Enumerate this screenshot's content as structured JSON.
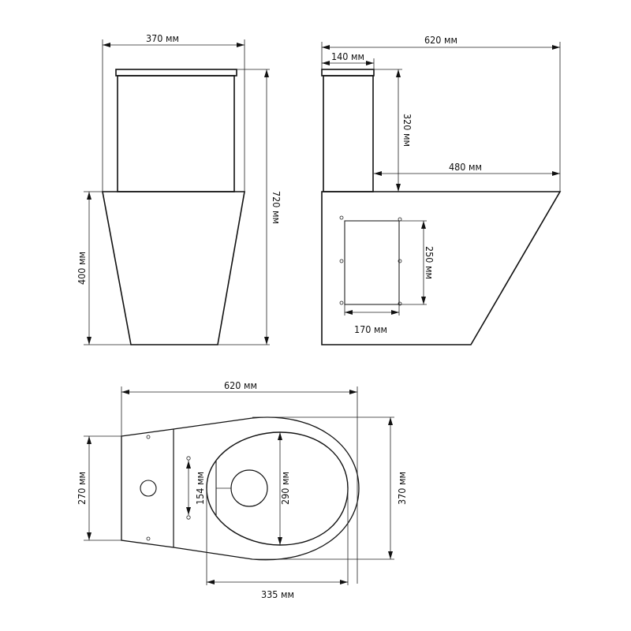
{
  "front_view": {
    "width_label": "370 мм",
    "total_height_label": "720 мм",
    "bowl_height_label": "400 мм"
  },
  "side_view": {
    "depth_label": "620 мм",
    "tank_depth_label": "140 мм",
    "tank_height_label": "320 мм",
    "bowl_projection_label": "480 мм",
    "outlet_height_label": "250 мм",
    "outlet_width_label": "170 мм"
  },
  "top_view": {
    "length_label": "620 мм",
    "tank_width_label": "270 мм",
    "bolt_spacing_label": "154 мм",
    "seat_width_label": "290 мм",
    "bowl_width_label": "370 мм",
    "seat_length_label": "335 мм"
  },
  "colors": {
    "line": "#111111",
    "background": "#ffffff"
  }
}
